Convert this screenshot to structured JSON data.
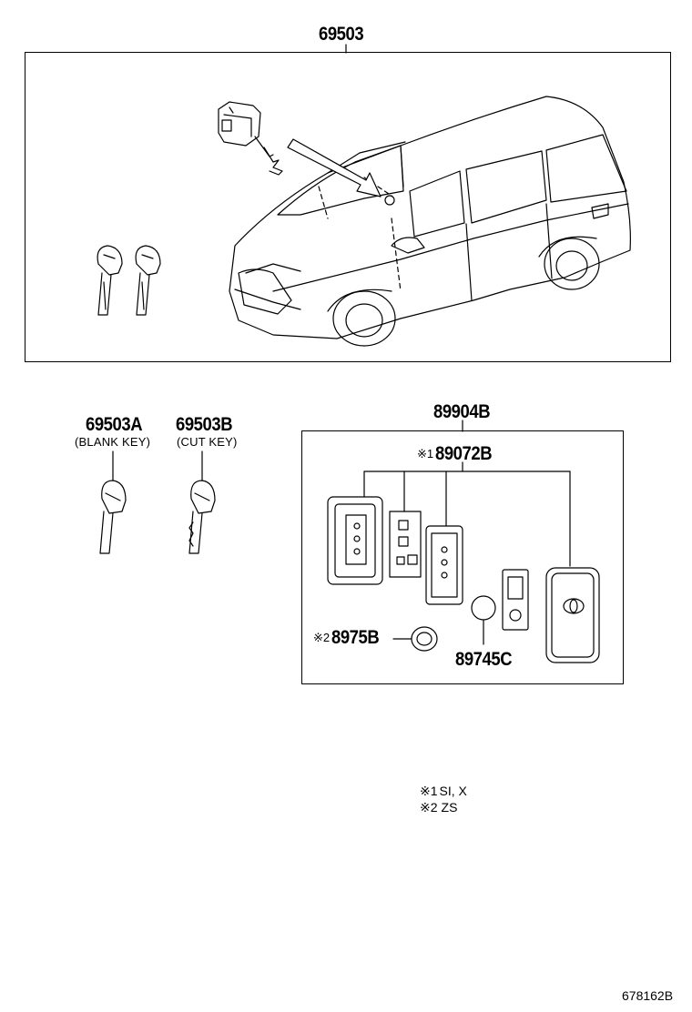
{
  "assembly": {
    "part_number": "69503"
  },
  "keys": {
    "blank": {
      "part_number": "69503A",
      "label": "(BLANK KEY)"
    },
    "cut": {
      "part_number": "69503B",
      "label": "(CUT KEY)"
    }
  },
  "remote_kit": {
    "part_number": "89904B",
    "transmitter": {
      "mark": "※1",
      "part_number": "89072B"
    },
    "cover": {
      "mark": "※2",
      "part_number": "8975B"
    },
    "battery": {
      "part_number": "89745C"
    }
  },
  "notes": [
    {
      "mark": "※1",
      "text": "SI, X"
    },
    {
      "mark": "※2",
      "text": "ZS"
    }
  ],
  "diagram_id": "678162B"
}
